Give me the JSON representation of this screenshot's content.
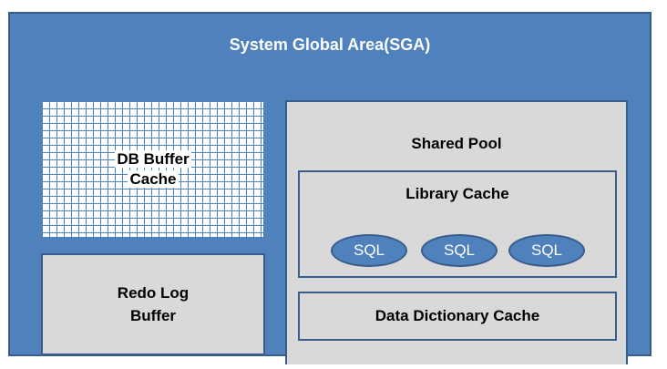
{
  "sga": {
    "title": "System Global Area(SGA)",
    "color": "#4f81bd",
    "border_color": "#385d8a"
  },
  "db_buffer_cache": {
    "line1": "DB Buffer",
    "line2": "Cache"
  },
  "redo_log_buffer": {
    "line1": "Redo Log",
    "line2": "Buffer"
  },
  "shared_pool": {
    "title": "Shared Pool",
    "fill_color": "#d9d9d9",
    "library_cache": {
      "title": "Library Cache",
      "sql_items": [
        "SQL",
        "SQL",
        "SQL"
      ]
    },
    "data_dictionary_cache": {
      "label": "Data Dictionary Cache"
    }
  }
}
